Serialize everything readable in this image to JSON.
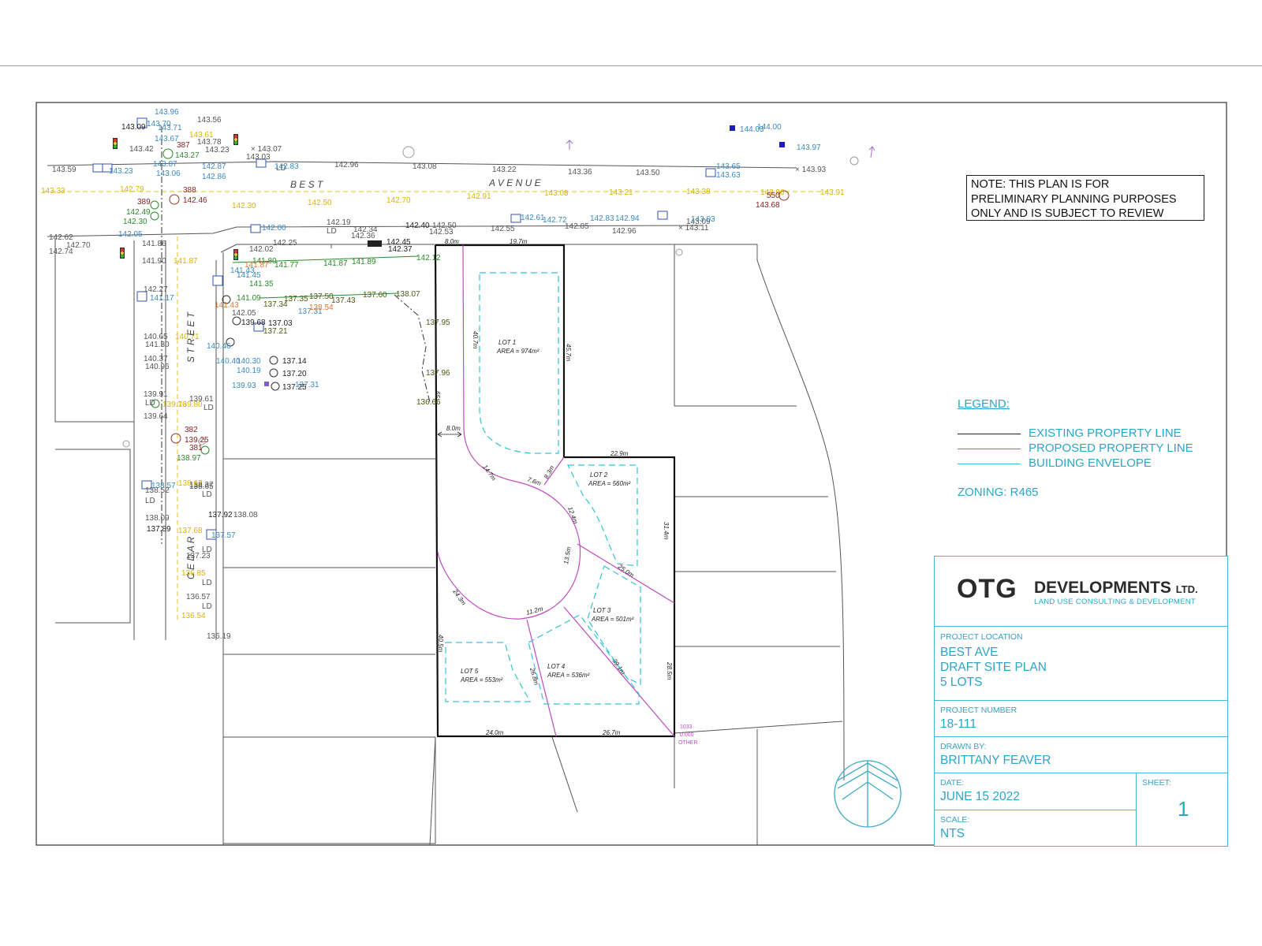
{
  "note": {
    "lines": [
      "NOTE: THIS PLAN IS FOR",
      "PRELIMINARY PLANNING PURPOSES",
      "ONLY AND IS SUBJECT TO REVIEW"
    ]
  },
  "legend": {
    "title": "LEGEND:",
    "items": [
      {
        "label": "EXISTING PROPERTY LINE",
        "color": "#222222"
      },
      {
        "label": "PROPOSED PROPERTY LINE",
        "color": "#c04ac0"
      },
      {
        "label": "BUILDING ENVELOPE",
        "color": "#33c3d6"
      }
    ],
    "zoning": "ZONING: R465"
  },
  "titleblock": {
    "company": {
      "logo_text": "OTG",
      "name": "DEVELOPMENTS",
      "suffix": "LTD.",
      "tagline": "LAND USE CONSULTING & DEVELOPMENT"
    },
    "project_location_label": "PROJECT LOCATION",
    "project_location_lines": [
      "BEST AVE",
      "DRAFT SITE PLAN",
      "5 LOTS"
    ],
    "project_number_label": "PROJECT NUMBER",
    "project_number": "18-111",
    "drawn_by_label": "DRAWN BY:",
    "drawn_by": "BRITTANY FEAVER",
    "date_label": "DATE:",
    "date": "JUNE 15 2022",
    "sheet_label": "SHEET:",
    "sheet": "1",
    "scale_label": "SCALE:",
    "scale": "NTS"
  },
  "streets": {
    "best": "B E S T",
    "avenue": "A V E N U E",
    "cedar": "C E D A R",
    "street": "S T R E E T"
  },
  "lots": [
    {
      "name": "LOT 1",
      "area": "AREA = 974m²"
    },
    {
      "name": "LOT 2",
      "area": "AREA = 560m²"
    },
    {
      "name": "LOT 3",
      "area": "AREA = 501m²"
    },
    {
      "name": "LOT 4",
      "area": "AREA = 536m²"
    },
    {
      "name": "LOT 5",
      "area": "AREA = 553m²"
    }
  ],
  "dimensions": {
    "d_8_0_top": "8.0m",
    "d_19_7": "19.7m",
    "d_40_7": "40.7m",
    "d_45_7": "45.7m",
    "d_8_0_mid": "8.0m",
    "d_22_9": "22.9m",
    "d_14_7": "14.7m",
    "d_7_6": "7.6m",
    "d_8_3": "8.3m",
    "d_12_4": "12.4m",
    "d_31_4": "31.4m",
    "d_25_0": "25.0m",
    "d_13_5": "13.5m",
    "d_24_3": "24.3m",
    "d_11_2": "11.2m",
    "d_40_5": "40.5m",
    "d_26_8": "26.8m",
    "d_39_1": "39.1m",
    "d_28_5": "28.5m",
    "d_24_0": "24.0m",
    "d_26_7": "26.7m",
    "d_65": "65"
  },
  "corner_marker": [
    "1033",
    "0.000",
    "OTHER"
  ],
  "survey": {
    "gray": [
      "143.59",
      "142.96",
      "143.08",
      "143.22",
      "143.36",
      "143.50",
      "143.93",
      "142.62",
      "142.70",
      "142.74",
      "142.19",
      "142.34",
      "142.36",
      "142.50",
      "142.53",
      "142.55",
      "142.85",
      "142.96",
      "143.11",
      "143.09",
      "143.03",
      "142.25",
      "142.02",
      "141.86",
      "141.90",
      "140.65",
      "140.37",
      "139.91",
      "139.64",
      "139.61",
      "138.65",
      "138.52",
      "138.37",
      "138.09",
      "138.08",
      "137.23",
      "136.57",
      "136.19",
      "143.42",
      "143.56",
      "143.78",
      "143.23",
      "143.07",
      "142.27",
      "142.05",
      "141.30",
      "140.96",
      "LD",
      "LD",
      "LD",
      "LD",
      "LD",
      "LD",
      "LD",
      "LD",
      "LD",
      "LD"
    ],
    "blue": [
      "143.96",
      "143.70",
      "143.71",
      "143.67",
      "143.07",
      "143.06",
      "142.87",
      "142.86",
      "142.83",
      "143.23",
      "143.65",
      "143.63",
      "142.61",
      "142.72",
      "142.83",
      "142.94",
      "143.03",
      "144.00",
      "143.97",
      "144.03",
      "142.00",
      "141.45",
      "141.43",
      "141.17",
      "140.46",
      "140.40",
      "140.30",
      "140.19",
      "139.93",
      "137.31",
      "137.31",
      "138.57",
      "137.57",
      "142.05"
    ],
    "yellow": [
      "143.33",
      "142.79",
      "142.30",
      "142.50",
      "142.70",
      "142.91",
      "143.08",
      "143.21",
      "143.38",
      "143.91",
      "143.61",
      "142.96",
      "141.87",
      "140.71",
      "139.80",
      "139.76",
      "138.67",
      "137.68",
      "136.54",
      "136.85"
    ],
    "green": [
      "143.27",
      "142.30",
      "142.49",
      "141.80",
      "141.77",
      "141.87",
      "141.89",
      "142.12",
      "141.35",
      "141.09",
      "138.97"
    ],
    "olive": [
      "137.35",
      "137.50",
      "137.43",
      "137.60",
      "138.07",
      "137.95",
      "137.96",
      "136.66",
      "137.34",
      "137.21"
    ],
    "dark": [
      "387",
      "388",
      "389",
      "142.46",
      "382",
      "381",
      "139.25",
      "143.68",
      "550",
      "139.68",
      "137.03",
      "137.14",
      "137.20",
      "137.25",
      "142.45",
      "142.37",
      "142.40",
      "138.08",
      "137.89",
      "143.09"
    ],
    "orange": [
      "141.43",
      "138.54",
      "141.87"
    ]
  }
}
